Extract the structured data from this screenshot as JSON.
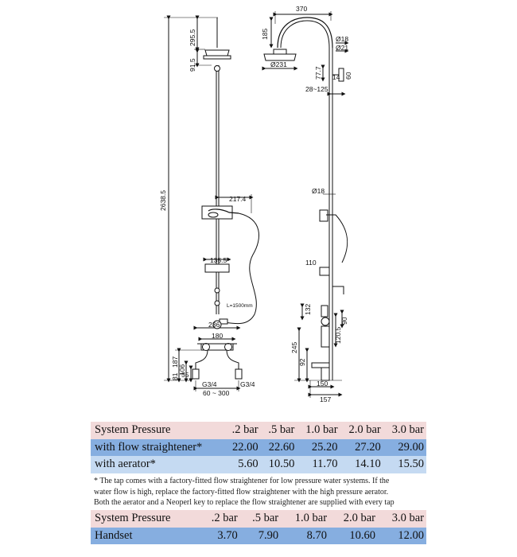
{
  "drawing": {
    "front": {
      "dims": {
        "overall_height": "2638.5",
        "head_drop": "295.5",
        "head_height": "91.5",
        "holder_width": "217.4",
        "tray_width": "135.5",
        "hose_length": "L=1500mm",
        "mixer_width": "236",
        "handles": "180",
        "h187": "187",
        "h106": "106",
        "h81": "81",
        "h55": "55",
        "thread_left": "G3/4",
        "thread_right": "G3/4",
        "centres": "60 ~ 300"
      }
    },
    "side": {
      "dims": {
        "arm_width": "370",
        "arm_height": "185",
        "d18_top": "Ø18",
        "d21": "Ø21",
        "rose": "Ø231",
        "d777": "77.7",
        "d14": "14",
        "d60": "60",
        "projection": "28~125",
        "d18_mid": "Ø18",
        "tray": "110",
        "d132": "132",
        "d1205": "120.5",
        "d90": "90",
        "d245": "245",
        "d92": "92",
        "d150": "150",
        "d157": "157"
      }
    }
  },
  "table1": {
    "header": [
      "System Pressure",
      ".2 bar",
      ".5 bar",
      "1.0 bar",
      "2.0 bar",
      "3.0 bar"
    ],
    "rows": [
      [
        "with flow straightener*",
        "22.00",
        "22.60",
        "25.20",
        "27.20",
        "29.00"
      ],
      [
        "with aerator*",
        "5.60",
        "10.50",
        "11.70",
        "14.10",
        "15.50"
      ]
    ]
  },
  "note": {
    "line1": "* The tap comes with a factory-fitted flow straightener for low pressure water systems. If the",
    "line2": "water flow is high, replace the factory-fitted flow straightener with the high pressure aerator.",
    "line3": "Both the aerator and a Neoperl key to replace the flow straightener are supplied with every tap"
  },
  "table2": {
    "header": [
      "System Pressure",
      ".2 bar",
      ".5 bar",
      "1.0 bar",
      "2.0 bar",
      "3.0 bar"
    ],
    "rows": [
      [
        "Handset",
        "3.70",
        "7.90",
        "8.70",
        "10.60",
        "12.00"
      ]
    ]
  }
}
